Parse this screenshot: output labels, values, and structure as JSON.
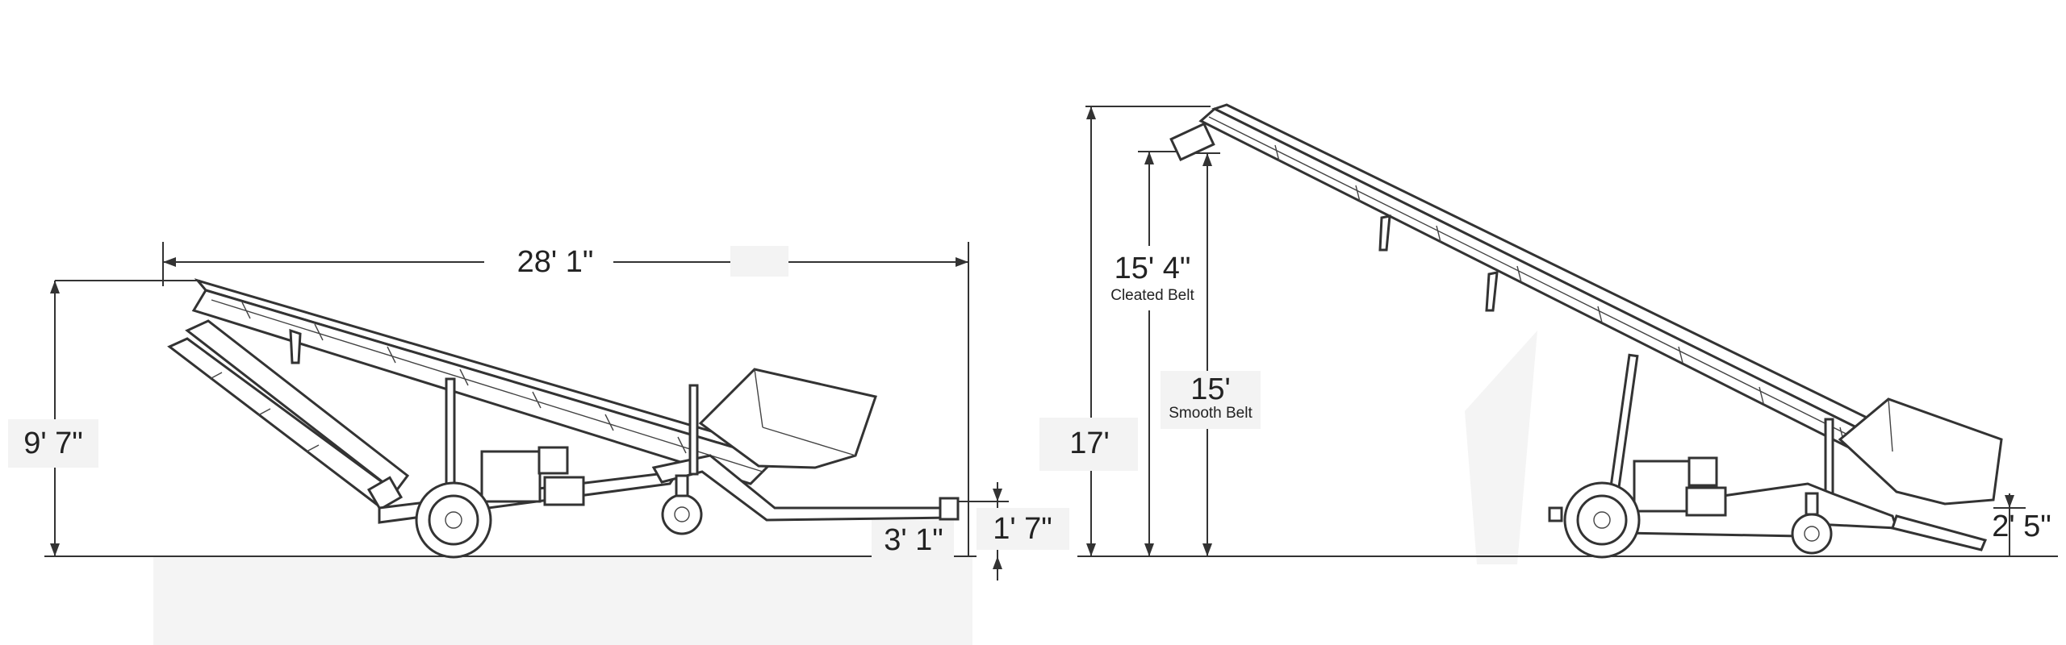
{
  "diagram": {
    "left_view": {
      "overall_length": "28' 1\"",
      "overall_height": "9' 7\"",
      "discharge_height": "3' 1\"",
      "hitch_height": "1' 7\""
    },
    "right_view": {
      "max_height": "17'",
      "cleated_belt_height": "15' 4\"",
      "cleated_belt_label": "Cleated Belt",
      "smooth_belt_height": "15'",
      "smooth_belt_label": "Smooth Belt",
      "hopper_height": "2' 5\""
    }
  }
}
